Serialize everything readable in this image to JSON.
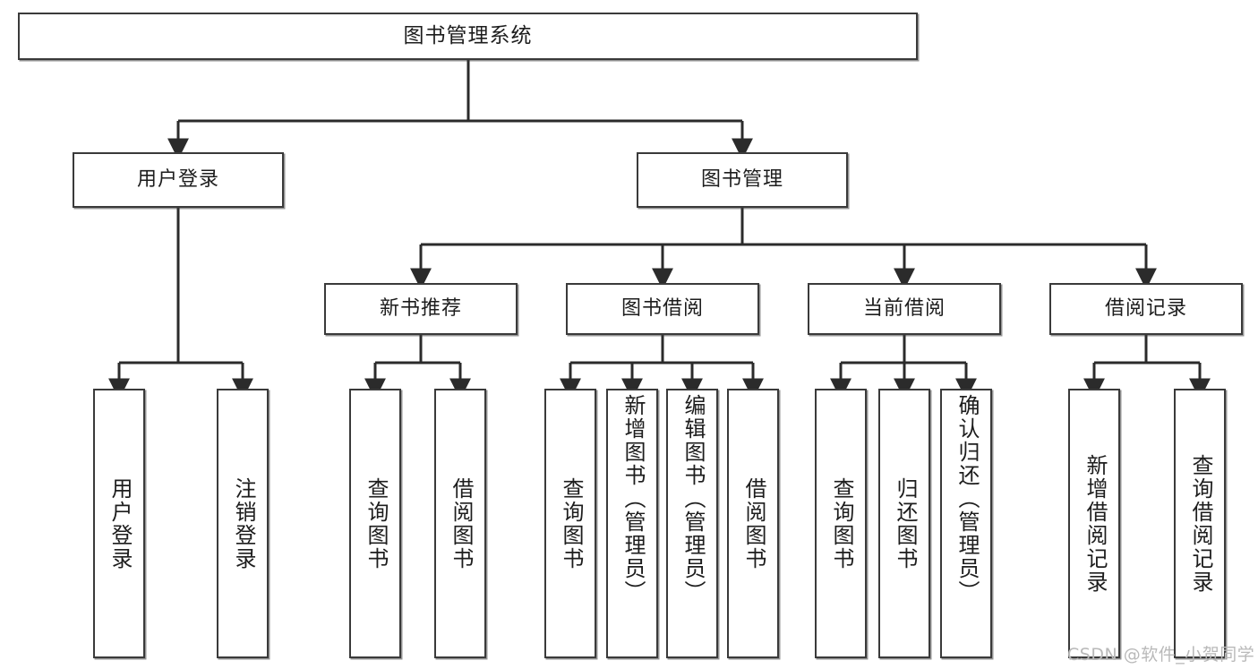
{
  "diagram": {
    "type": "tree-hierarchy",
    "title": "图书管理系统",
    "watermark": "CSDN @软件_小贺同学",
    "colors": {
      "box_border": "#3a3a3a",
      "box_fill": "#ffffff",
      "connector": "#2b2b2b",
      "text": "#1d1d1d",
      "watermark": "#b9b9b9"
    },
    "nodes": {
      "root": {
        "label": "图书管理系统"
      },
      "level2": [
        {
          "id": "user-login",
          "label": "用户登录"
        },
        {
          "id": "book-manage",
          "label": "图书管理"
        }
      ],
      "level3": [
        {
          "id": "new-book-recommend",
          "label": "新书推荐"
        },
        {
          "id": "book-borrow",
          "label": "图书借阅"
        },
        {
          "id": "current-borrow",
          "label": "当前借阅"
        },
        {
          "id": "borrow-record",
          "label": "借阅记录"
        }
      ],
      "leaves": {
        "user-login": [
          {
            "id": "login",
            "label": "用户登录"
          },
          {
            "id": "logout",
            "label": "注销登录"
          }
        ],
        "new-book-recommend": [
          {
            "id": "query-book-1",
            "label": "查询图书"
          },
          {
            "id": "borrow-book-1",
            "label": "借阅图书"
          }
        ],
        "book-borrow": [
          {
            "id": "query-book-2",
            "label": "查询图书"
          },
          {
            "id": "add-book",
            "label": "新增图书（管理员）"
          },
          {
            "id": "edit-book",
            "label": "编辑图书（管理员）"
          },
          {
            "id": "borrow-book-2",
            "label": "借阅图书"
          }
        ],
        "current-borrow": [
          {
            "id": "query-book-3",
            "label": "查询图书"
          },
          {
            "id": "return-book",
            "label": "归还图书"
          },
          {
            "id": "confirm-return",
            "label": "确认归还（管理员）"
          }
        ],
        "borrow-record": [
          {
            "id": "add-borrow-record",
            "label": "新增借阅记录"
          },
          {
            "id": "query-borrow-record",
            "label": "查询借阅记录"
          }
        ]
      }
    }
  }
}
